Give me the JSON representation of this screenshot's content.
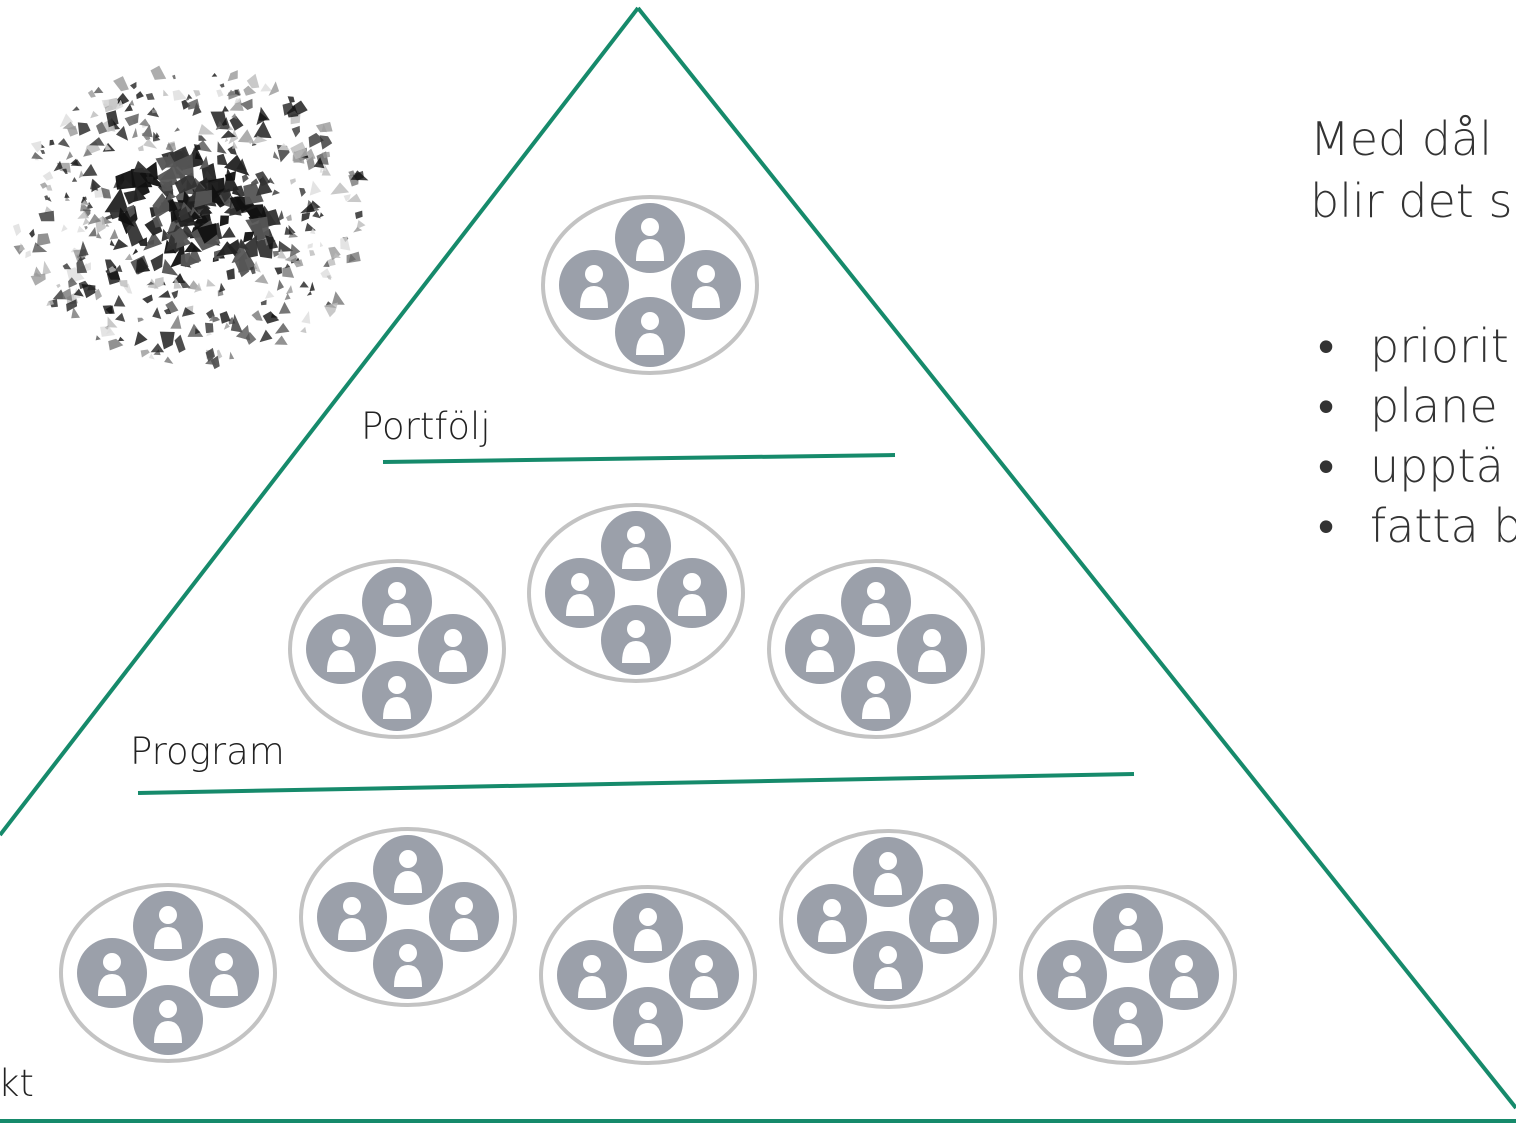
{
  "colors": {
    "pyramid_line": "#168a6b",
    "group_ring": "#c3c3c3",
    "person": "#9ba0aa",
    "text": "#333333"
  },
  "levels": {
    "portfolio_label": "Portfölj",
    "program_label": "Program",
    "project_label": "kt"
  },
  "headline": {
    "line1": "Med dål",
    "line2": "blir det s"
  },
  "bullets": [
    "priorit",
    "plane",
    "upptä",
    "fatta b"
  ],
  "icons": {
    "group": "people-group-icon",
    "person": "person-icon",
    "image": "shattered-fragments-image"
  }
}
